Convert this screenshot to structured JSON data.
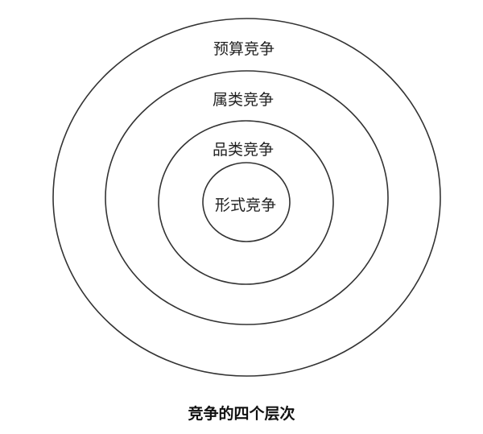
{
  "diagram": {
    "title": "竞争的四个层次",
    "type": "concentric-circles",
    "stroke_color": "#333333",
    "background_color": "#ffffff",
    "layers": [
      {
        "level": 1,
        "label": "预算竞争",
        "position": "outermost"
      },
      {
        "level": 2,
        "label": "属类竞争",
        "position": "second"
      },
      {
        "level": 3,
        "label": "品类竞争",
        "position": "third"
      },
      {
        "level": 4,
        "label": "形式竞争",
        "position": "innermost"
      }
    ]
  }
}
